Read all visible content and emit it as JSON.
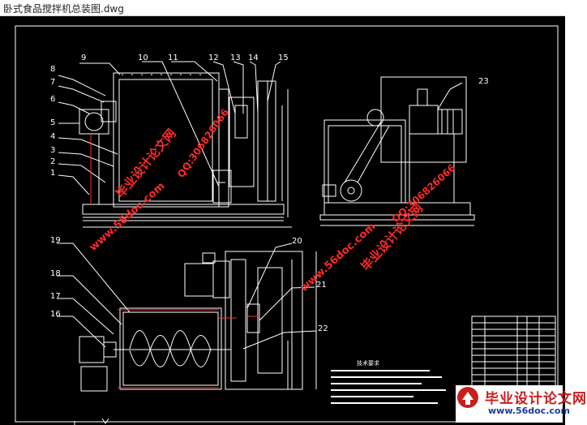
{
  "window": {
    "title": "卧式食品搅拌机总装图.dwg"
  },
  "drawing": {
    "part_labels": [
      "1",
      "2",
      "3",
      "4",
      "5",
      "6",
      "7",
      "8",
      "9",
      "10",
      "11",
      "12",
      "13",
      "14",
      "15",
      "16",
      "17",
      "18",
      "19",
      "20",
      "21",
      "22",
      "23"
    ],
    "tech_requirements_heading": "技术要求",
    "colors": {
      "background": "#000000",
      "lines": "#ffffff",
      "accent": "#ff3030",
      "watermark": "#ff2a2a"
    }
  },
  "watermarks": {
    "brand": "毕业设计论文网",
    "url": "www.56doc.com",
    "qq": "QQ:306826066"
  },
  "logo": {
    "brand": "毕业设计论文网",
    "url": "www.56doc.com"
  }
}
